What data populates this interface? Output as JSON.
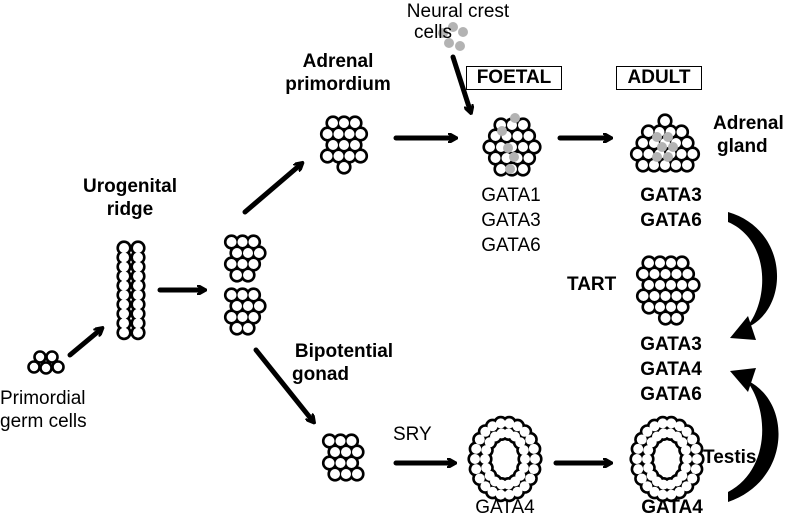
{
  "labels": {
    "neural_crest": "Neural crest",
    "cells": "cells",
    "adrenal_primordium_1": "Adrenal",
    "adrenal_primordium_2": "primordium",
    "foetal": "FOETAL",
    "adult": "ADULT",
    "adrenal_gland_1": "Adrenal",
    "adrenal_gland_2": "gland",
    "urogenital_1": "Urogenital",
    "urogenital_2": "ridge",
    "foetal_gata1": "GATA1",
    "foetal_gata3": "GATA3",
    "foetal_gata6": "GATA6",
    "adult_gata3": "GATA3",
    "adult_gata6": "GATA6",
    "tart": "TART",
    "tart_gata3": "GATA3",
    "tart_gata4": "GATA4",
    "tart_gata6": "GATA6",
    "bipotential_1": "Bipotential",
    "bipotential_2": "gonad",
    "primordial_1": "Primordial",
    "primordial_2": "germ cells",
    "sry": "SRY",
    "gonad_gata4": "GATA4",
    "testis": "Testis",
    "testis_gata4": "GATA4"
  },
  "colors": {
    "cell_fill": "#000000",
    "cell_hole": "#ffffff",
    "neural_crest": "#b3b3b3"
  }
}
